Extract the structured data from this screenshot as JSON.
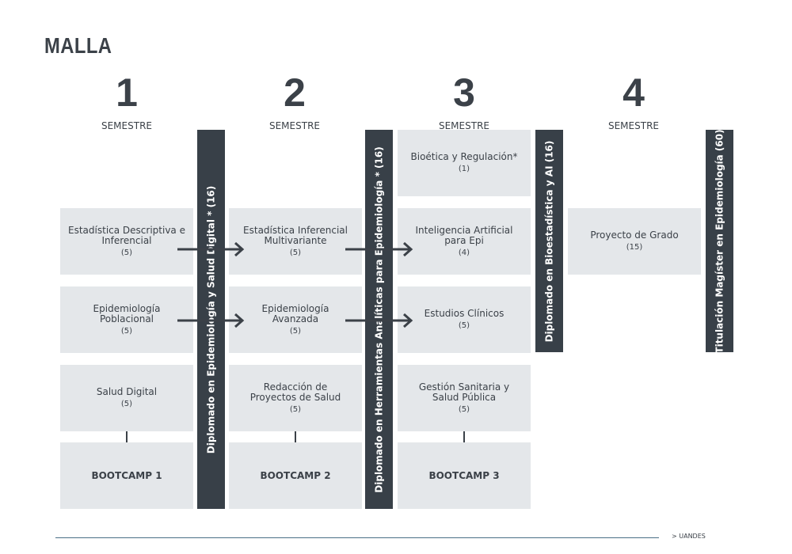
{
  "title": "MALLA",
  "semesters": [
    {
      "number": "1",
      "label": "SEMESTRE"
    },
    {
      "number": "2",
      "label": "SEMESTRE"
    },
    {
      "number": "3",
      "label": "SEMESTRE"
    },
    {
      "number": "4",
      "label": "SEMESTRE"
    }
  ],
  "courses": {
    "estadistica_descriptiva": {
      "name": "Estadística Descriptiva e Inferencial",
      "credits": "(5)"
    },
    "epidemiologia_poblacional": {
      "name": "Epidemiología Poblacional",
      "credits": "(5)"
    },
    "salud_digital": {
      "name": "Salud Digital",
      "credits": "(5)"
    },
    "estadistica_inferencial": {
      "name": "Estadística Inferencial Multivariante",
      "credits": "(5)"
    },
    "epidemiologia_avanzada": {
      "name": "Epidemiología Avanzada",
      "credits": "(5)"
    },
    "redaccion_proyectos": {
      "name": "Redacción de Proyectos de Salud",
      "credits": "(5)"
    },
    "bioetica": {
      "name": "Bioética y Regulación*",
      "credits": "(1)"
    },
    "inteligencia_artificial": {
      "name": "Inteligencia Artificial para Epi",
      "credits": "(4)"
    },
    "estudios_clinicos": {
      "name": "Estudios Clínicos",
      "credits": "(5)"
    },
    "gestion_sanitaria": {
      "name": "Gestión Sanitaria y Salud Pública",
      "credits": "(5)"
    },
    "proyecto_grado": {
      "name": "Proyecto de Grado",
      "credits": "(15)"
    }
  },
  "bootcamps": [
    "BOOTCAMP 1",
    "BOOTCAMP 2",
    "BOOTCAMP 3"
  ],
  "diplomas": {
    "d1": "Diplomado en Epidemiología y Salud Digital * (16)",
    "d2": "Diplomado en Herramientas Analíticas para Epidemiología * (16)",
    "d3": "Diplomado en Bioestadística y AI (16)",
    "titulacion": "Titulación Magíster en Epidemiología (60)"
  },
  "footer": "> UANDES",
  "colors": {
    "box": "#e4e7ea",
    "dark": "#384048",
    "text": "#3b4148",
    "footer_line": "#4a6f86"
  }
}
